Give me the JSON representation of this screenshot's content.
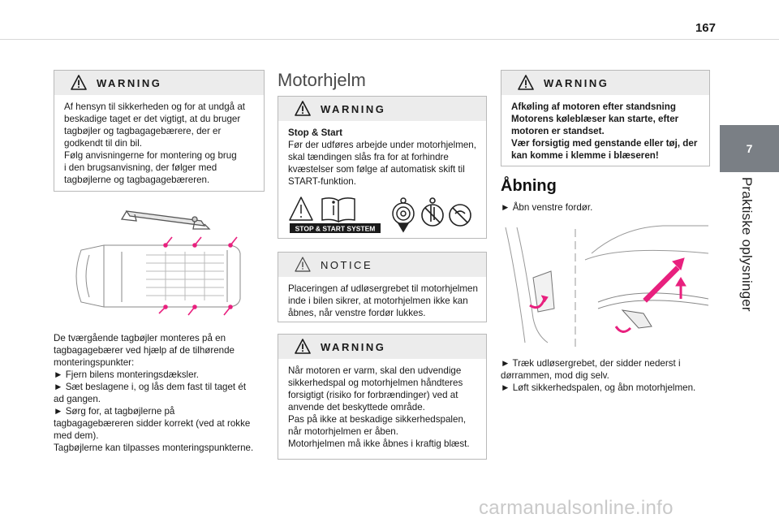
{
  "page": {
    "number": "167"
  },
  "chapter": {
    "tab_number": "7",
    "title": "Praktiske oplysninger"
  },
  "col1": {
    "warning": {
      "title": "WARNING",
      "lines": [
        "Af hensyn til sikkerheden og for at undgå at",
        "beskadige taget er det vigtigt, at du bruger",
        "tagbøjler og tagbagagebærere, der er",
        "godkendt til din bil.",
        "Følg anvisningerne for montering og brug",
        "i den brugsanvisning, der følger med",
        "tagbøjlerne og tagbagagebæreren."
      ]
    },
    "text_lines": [
      "De tværgående tagbøjler monteres på en",
      "tagbagagebærer ved hjælp af de tilhørende",
      "monteringspunkter:",
      "►  Fjern bilens monteringsdæksler.",
      "►  Sæt beslagene i, og lås dem fast til taget ét",
      "ad gangen.",
      "►  Sørg for, at tagbøjlerne på",
      "tagbagagebæreren sidder korrekt (ved at rokke",
      "med dem).",
      "Tagbøjlerne kan tilpasses monteringspunkterne."
    ]
  },
  "col2": {
    "heading": "Motorhjelm",
    "warning1": {
      "title": "WARNING",
      "subtitle": "Stop & Start",
      "lines": [
        "Før der udføres arbejde under motorhjelmen,",
        "skal tændingen slås fra for at forhindre",
        "kvæstelser som følge af automatisk skift til",
        "START-funktion."
      ],
      "badge": "STOP & START SYSTEM"
    },
    "notice": {
      "title": "NOTICE",
      "lines": [
        "Placeringen af udløsergrebet til motorhjelmen",
        "inde i bilen sikrer, at motorhjelmen ikke kan",
        "åbnes, når venstre fordør lukkes."
      ]
    },
    "warning2": {
      "title": "WARNING",
      "lines": [
        "Når motoren er varm, skal den udvendige",
        "sikkerhedspal og motorhjelmen håndteres",
        "forsigtigt (risiko for forbrændinger) ved at",
        "anvende det beskyttede område.",
        "Pas på ikke at beskadige sikkerhedspalen,",
        "når motorhjelmen er åben.",
        "Motorhjelmen må ikke åbnes i kraftig blæst."
      ]
    }
  },
  "col3": {
    "warning": {
      "title": "WARNING",
      "lines": [
        "Afkøling af motoren efter standsning",
        "Motorens køleblæser kan starte, efter",
        "motoren er standset.",
        "Vær forsigtig med genstande eller tøj, der",
        "kan komme i klemme i blæseren!"
      ]
    },
    "heading": "Åbning",
    "step1": "►  Åbn venstre fordør.",
    "steps": [
      "►  Træk udløsergrebet, der sidder nederst i",
      "dørrammen, mod dig selv.",
      "►  Løft sikkerhedspalen, og åbn motorhjelmen."
    ]
  },
  "watermark": "carmanualsonline.info",
  "colors": {
    "accent": "#e8207e",
    "tab_gray": "#7a7f85",
    "box_header": "#ececec"
  }
}
